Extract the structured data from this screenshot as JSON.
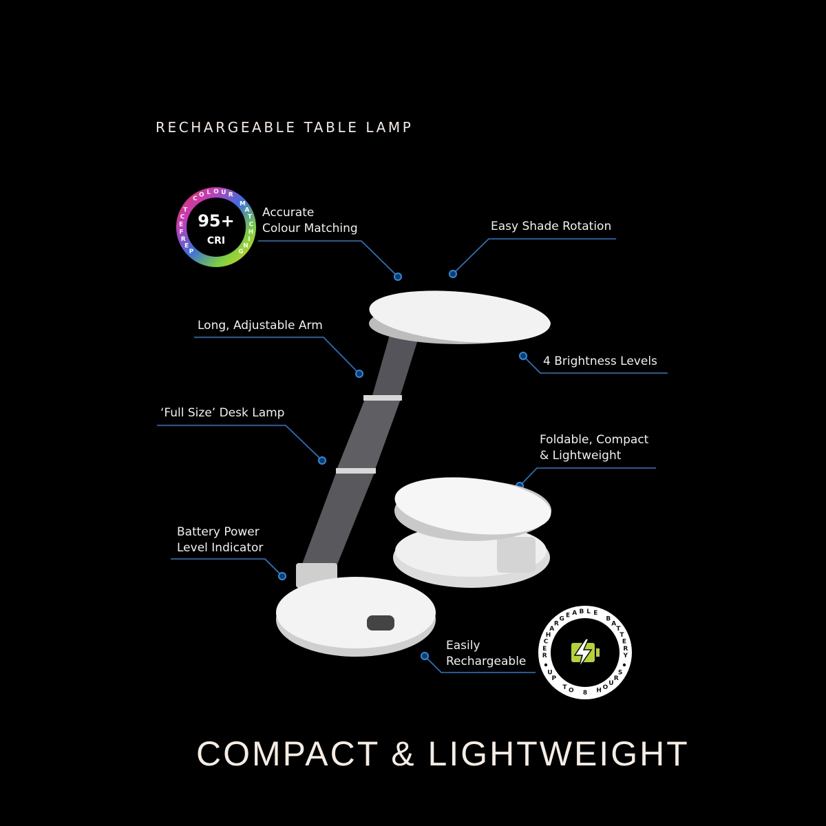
{
  "header": {
    "title": "RECHARGEABLE TABLE LAMP"
  },
  "footer": {
    "tagline": "COMPACT & LIGHTWEIGHT"
  },
  "callouts": {
    "colour": [
      "Accurate",
      "Colour Matching"
    ],
    "rotation": "Easy Shade Rotation",
    "arm": "Long, Adjustable Arm",
    "brightness": "4 Brightness Levels",
    "fullsize": "‘Full Size’ Desk Lamp",
    "foldable": [
      "Foldable, Compact",
      "& Lightweight"
    ],
    "battery": [
      "Battery Power",
      "Level Indicator"
    ],
    "recharge": [
      "Easily",
      "Rechargeable"
    ]
  },
  "badges": {
    "cri": {
      "ring_text": "PERFECT COLOUR MATCHING",
      "value": "95+",
      "unit": "CRI"
    },
    "battery": {
      "top_text": "RECHARGEABLE BATTERY",
      "bottom_text": "UP TO 8 HOURS"
    }
  },
  "colors": {
    "accent": "#1e7fd0",
    "background": "#000000",
    "battery_green": "#b5d334"
  }
}
